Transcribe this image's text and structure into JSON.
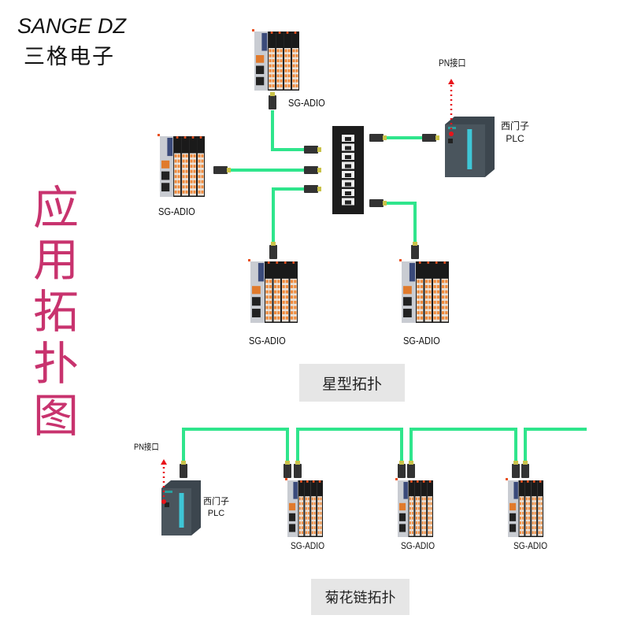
{
  "logo": {
    "brand_en": "SANGE DZ",
    "brand_cn": "三格电子"
  },
  "side_title": "应用拓扑图",
  "star": {
    "caption": "星型拓扑",
    "modules": [
      "SG-ADIO",
      "SG-ADIO",
      "SG-ADIO",
      "SG-ADIO"
    ],
    "plc": {
      "line1": "西门子",
      "line2": "PLC"
    },
    "pn_label": "PN接口"
  },
  "daisy": {
    "caption": "菊花链拓扑",
    "modules": [
      "SG-ADIO",
      "SG-ADIO",
      "SG-ADIO"
    ],
    "plc": {
      "line1": "西门子",
      "line2": "PLC"
    },
    "pn_label": "PN接口"
  },
  "colors": {
    "cable": "#2fe58c",
    "title": "#c8336e",
    "arrow": "#e8141b",
    "terminal": "#f08a3c"
  }
}
